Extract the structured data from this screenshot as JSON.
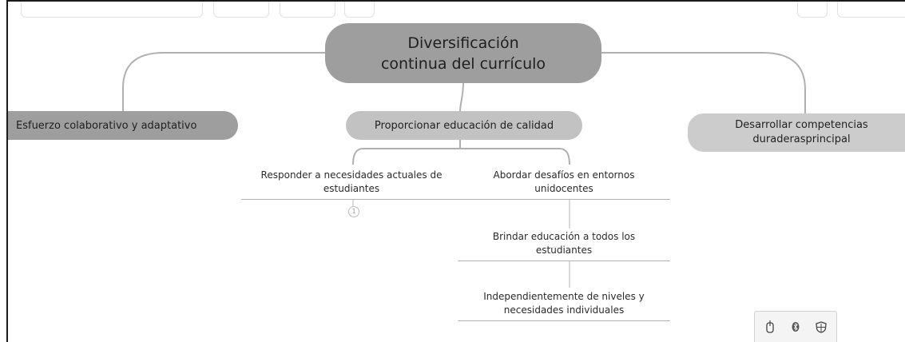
{
  "mindmap": {
    "root": {
      "line1": "Diversificación",
      "line2": "continua del currículo"
    },
    "branches": {
      "left": {
        "label": "Esfuerzo colaborativo y adaptativo"
      },
      "center": {
        "label": "Proporcionar educación de calidad",
        "children": {
          "responder": {
            "line1": "Responder a necesidades actuales de",
            "line2": "estudiantes",
            "badge": "1"
          },
          "abordar": {
            "line1": "Abordar desafíos en entornos",
            "line2": "unidocentes"
          },
          "brindar": {
            "line1": "Brindar educación a todos los",
            "line2": "estudiantes"
          },
          "independiente": {
            "line1": "Independientemente de niveles y",
            "line2": "necesidades individuales"
          }
        }
      },
      "right": {
        "line1": "Desarrollar competencias",
        "line2": "duraderasprincipal"
      }
    }
  },
  "colors": {
    "root_fill": "#9e9e9e",
    "left_fill": "#9e9e9e",
    "center_fill": "#c2c2c2",
    "right_fill": "#cccccc",
    "connector": "#b0b0b0"
  },
  "toolbar": {
    "icons": [
      "mouse-icon",
      "bluetooth-icon",
      "shield-icon"
    ]
  }
}
